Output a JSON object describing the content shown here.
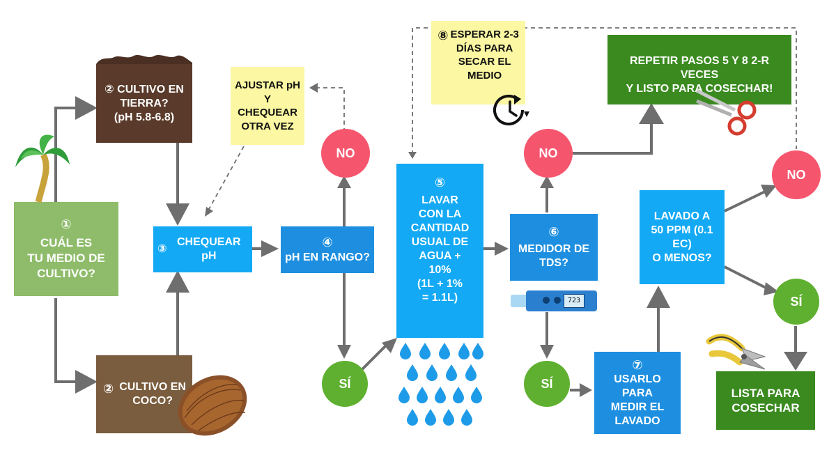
{
  "colors": {
    "green_light": "#8ebc6a",
    "brown_dark": "#5a3a2a",
    "brown_coco": "#7a5c3e",
    "blue": "#1e9be8",
    "blue_bright": "#13a9f5",
    "note_yellow": "#fbf7a2",
    "no_red": "#f5566e",
    "si_green": "#5fb030",
    "harvest_green": "#3a8a1f",
    "arrow_gray": "#6e6e6e"
  },
  "nodes": {
    "start": {
      "num": "①",
      "text": "CUÁL ES\nTU MEDIO DE\nCULTIVO?"
    },
    "soil": {
      "num": "②",
      "text": "CULTIVO EN\nTIERRA?\n(pH 5.8-6.8)"
    },
    "coco": {
      "num": "②",
      "text": "CULTIVO EN\nCOCO?"
    },
    "check_ph": {
      "num": "③",
      "text": "CHEQUEAR pH"
    },
    "ph_range": {
      "num": "④",
      "text": "pH EN RANGO?"
    },
    "adjust_note": {
      "text": "AJUSTAR pH\nY CHEQUEAR\nOTRA VEZ"
    },
    "wash": {
      "num": "⑤",
      "text": "LAVAR\nCON LA\nCANTIDAD\nUSUAL DE\nAGUA +\n10%\n(1L + 1%\n= 1.1L)"
    },
    "tds": {
      "num": "⑥",
      "text": "MEDIDOR DE\nTDS?"
    },
    "wait_note": {
      "num": "⑧",
      "text": "ESPERAR 2-3\nDÍAS PARA\nSECAR EL\nMEDIO"
    },
    "use_measure": {
      "num": "⑦",
      "text": "USARLO PARA\nMEDIR EL\nLAVADO"
    },
    "ppm_check": {
      "text": "LAVADO A\n50 PPM (0.1 EC)\nO MENOS?"
    },
    "repeat": {
      "text": "REPETIR PASOS 5 Y 8 2-R VECES\nY LISTO PARA COSECHAR!"
    },
    "ready": {
      "text": "LISTA PARA\nCOSECHAR"
    }
  },
  "decisions": {
    "no_label": "NO",
    "si_label": "SÍ"
  },
  "meter_display": "723",
  "icons": [
    "palm-sprout-icon",
    "soil-top-icon",
    "coconut-icon",
    "water-drops-icon",
    "tds-meter-icon",
    "clock-icon",
    "scissors-icon",
    "pruning-shears-icon"
  ]
}
